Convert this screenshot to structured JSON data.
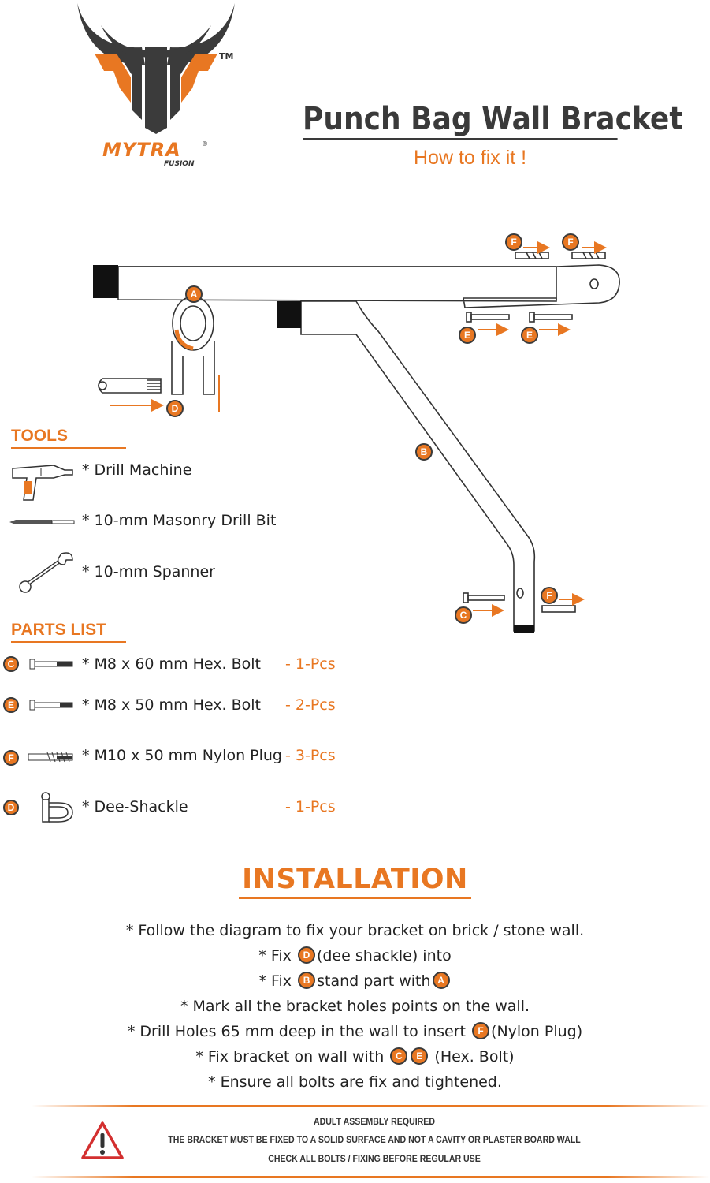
{
  "header": {
    "brand": "MYTRA",
    "brand_sub": "FUSION",
    "trademark": "TM",
    "title": "Punch Bag Wall Bracket",
    "subtitle": "How to fix it !"
  },
  "diagram": {
    "labels": {
      "a": "A",
      "b": "B",
      "c": "C",
      "d": "D",
      "e": "E",
      "f": "F"
    }
  },
  "tools": {
    "heading": "TOOLS",
    "items": [
      {
        "icon": "drill-icon",
        "label": "* Drill Machine"
      },
      {
        "icon": "drill-bit-icon",
        "label": "* 10-mm Masonry Drill Bit"
      },
      {
        "icon": "spanner-icon",
        "label": "* 10-mm Spanner"
      }
    ]
  },
  "parts": {
    "heading": "PARTS LIST",
    "items": [
      {
        "badge": "C",
        "icon": "hex-bolt-icon",
        "label": "* M8 x 60 mm Hex. Bolt",
        "qty": "- 1-Pcs"
      },
      {
        "badge": "E",
        "icon": "hex-bolt-icon",
        "label": "* M8 x 50 mm Hex. Bolt",
        "qty": "- 2-Pcs"
      },
      {
        "badge": "F",
        "icon": "nylon-plug-icon",
        "label": "* M10 x 50 mm Nylon Plug",
        "qty": "- 3-Pcs"
      },
      {
        "badge": "D",
        "icon": "dee-shackle-icon",
        "label": "* Dee-Shackle",
        "qty": "- 1-Pcs"
      }
    ]
  },
  "installation": {
    "title": "INSTALLATION",
    "step1": "* Follow the diagram to fix your bracket on brick / stone wall.",
    "step2_pre": "* Fix",
    "step2_badge": "D",
    "step2_post": "(dee shackle) into",
    "step3_pre": "* Fix",
    "step3_badge1": "B",
    "step3_mid": "stand part with",
    "step3_badge2": "A",
    "step4": "* Mark all the bracket holes points on the wall.",
    "step5_pre": "* Drill Holes 65 mm deep in the wall to insert",
    "step5_badge": "F",
    "step5_post": "(Nylon Plug)",
    "step6_pre": "* Fix bracket on wall with",
    "step6_badge1": "C",
    "step6_badge2": "E",
    "step6_post": "(Hex. Bolt)",
    "step7": "* Ensure all bolts are fix and tightened."
  },
  "warning": {
    "icon": "warning-triangle-icon",
    "line1": "ADULT ASSEMBLY REQUIRED",
    "line2": "THE BRACKET MUST BE FIXED TO A SOLID SURFACE AND NOT A CAVITY OR PLASTER BOARD WALL",
    "line3": "CHECK ALL BOLTS / FIXING BEFORE REGULAR USE"
  },
  "colors": {
    "accent": "#e87722",
    "dark": "#3b3b3b"
  }
}
